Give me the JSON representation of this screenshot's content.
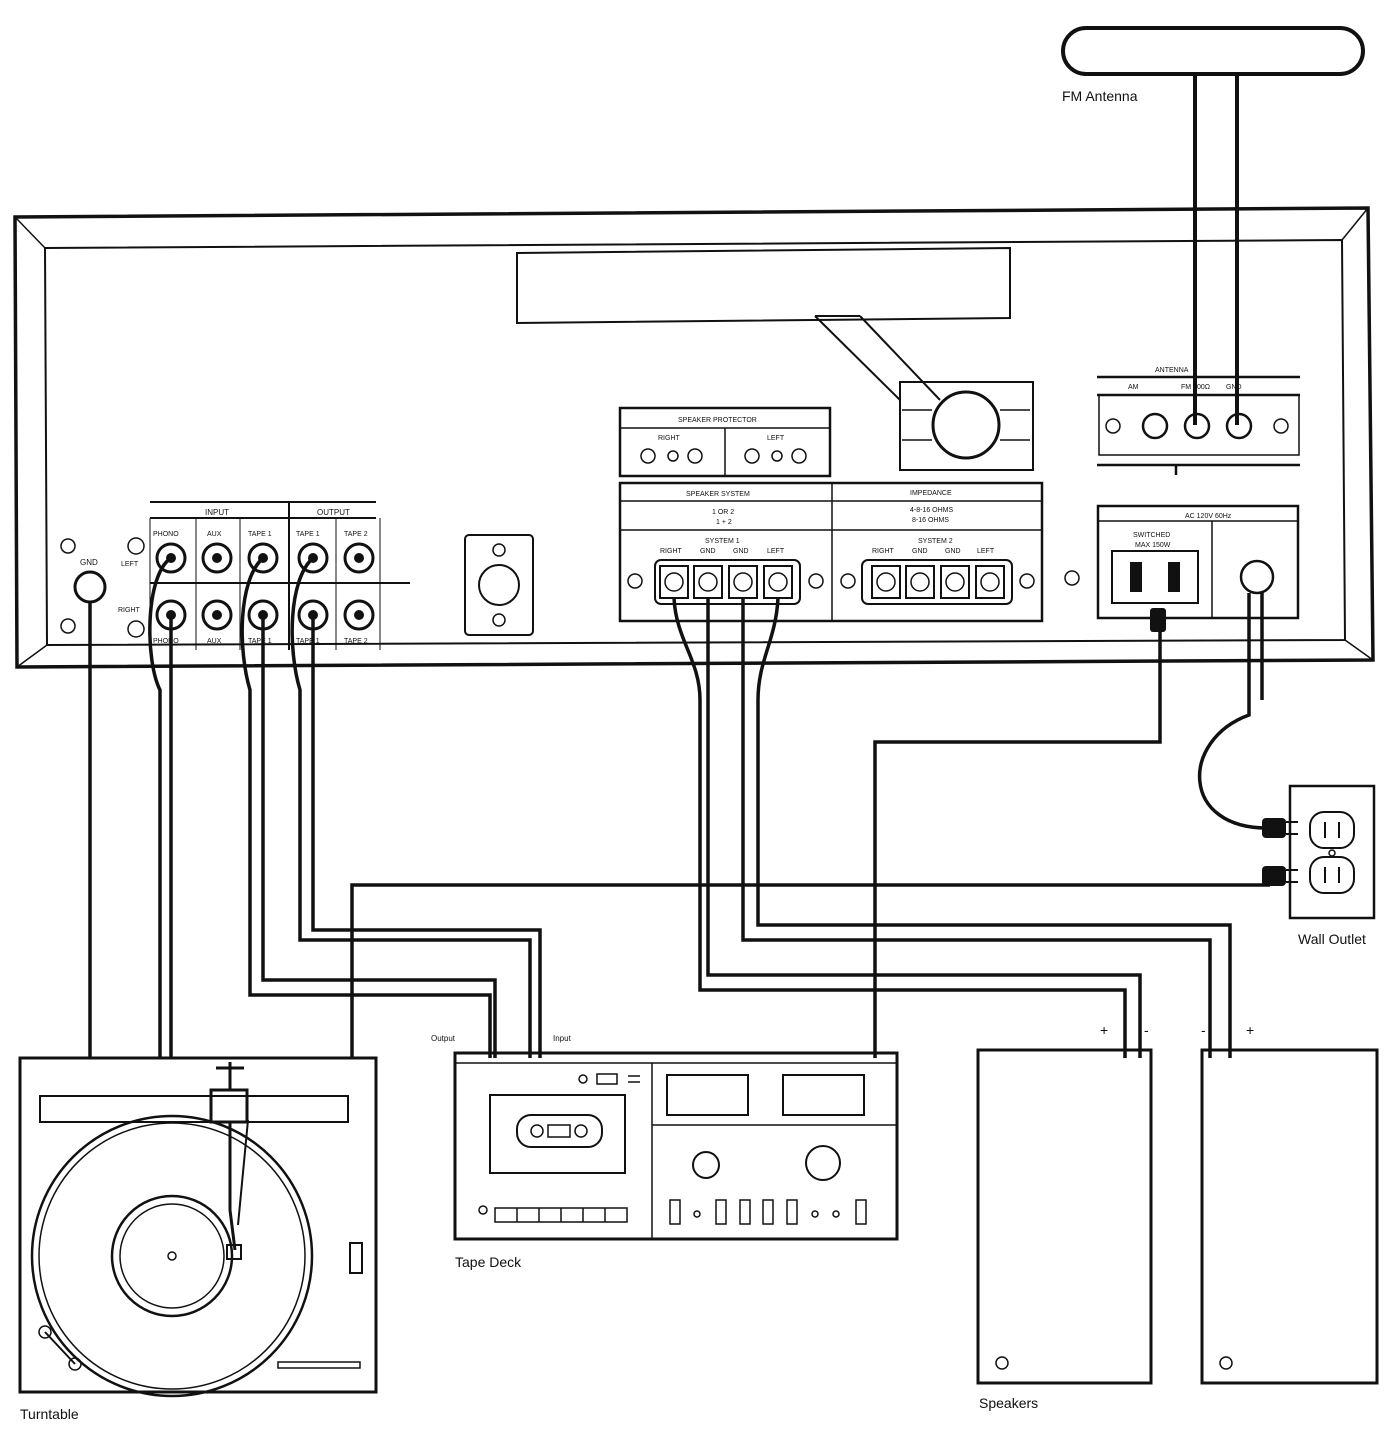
{
  "labels": {
    "fm_antenna": "FM Antenna",
    "wall_outlet": "Wall Outlet",
    "turntable": "Turntable",
    "tape_deck": "Tape Deck",
    "speakers": "Speakers",
    "tape_output": "Output",
    "tape_input": "Input",
    "spk_plus": "+",
    "spk_minus": "-"
  },
  "panel": {
    "gnd": "GND",
    "left": "LEFT",
    "right": "RIGHT",
    "input": "INPUT",
    "output": "OUTPUT",
    "phono": "PHONO",
    "aux": "AUX",
    "tape1": "TAPE 1",
    "tape2": "TAPE 2",
    "speaker_protector": "SPEAKER PROTECTOR",
    "sp_right": "RIGHT",
    "sp_left": "LEFT",
    "speaker_system": "SPEAKER SYSTEM",
    "one_or_two": "1 OR 2",
    "one_plus_two": "1 + 2",
    "impedance": "IMPEDANCE",
    "ohms_1": "4-8-16 OHMS",
    "ohms_2": "8-16 OHMS",
    "system1": "SYSTEM 1",
    "system2": "SYSTEM 2",
    "t_right": "RIGHT",
    "t_gnd": "GND",
    "t_left": "LEFT",
    "antenna": "ANTENNA",
    "am": "AM",
    "fm": "FM 300Ω",
    "ant_gnd": "GND",
    "ac": "AC 120V 60Hz",
    "switched": "SWITCHED",
    "max": "MAX 150W"
  }
}
